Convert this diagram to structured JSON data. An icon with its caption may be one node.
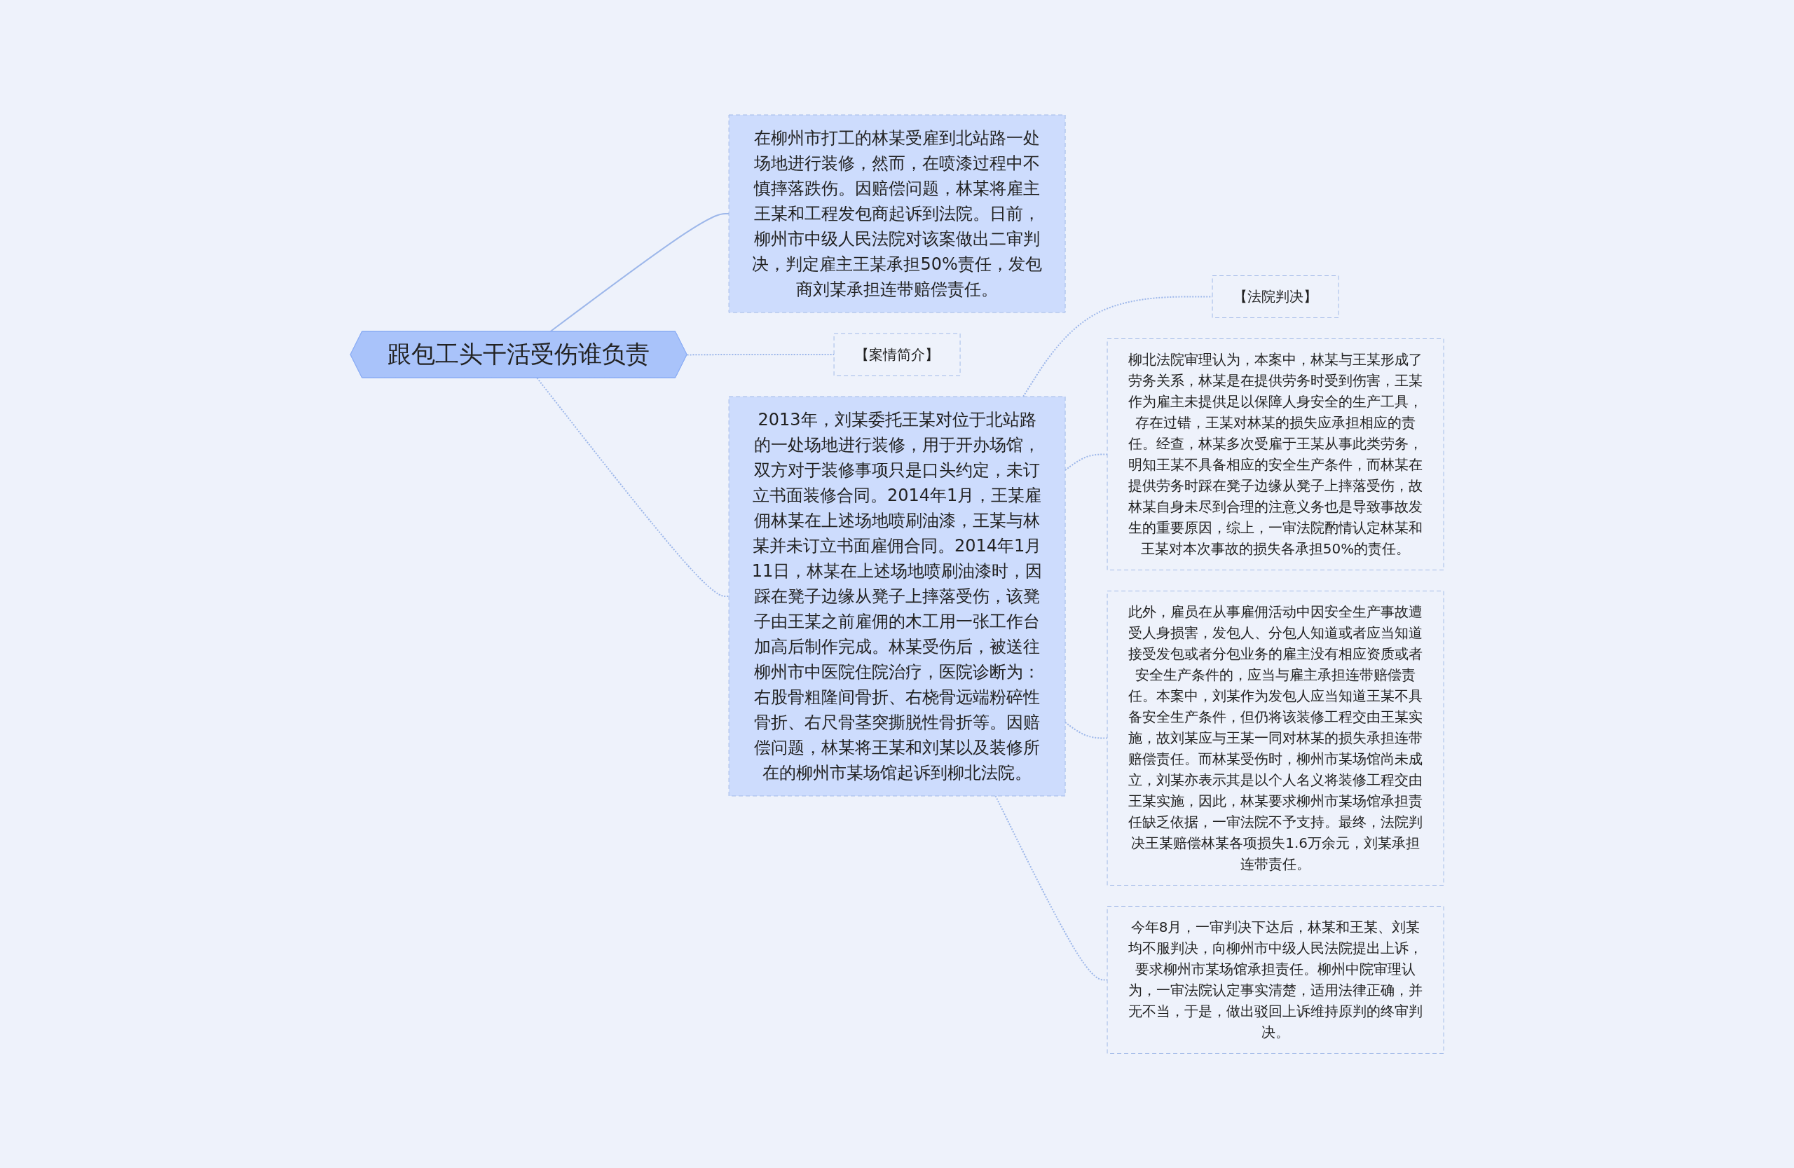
{
  "diagram": {
    "nodes": [
      {
        "text": [
          "跟包工头干活受伤谁负责"
        ]
      },
      {
        "text": [
          "在柳州市打工的林某受雇到北站路一处场地进行装修，然而，在喷漆过程中不慎摔落跌伤。因赔偿问题，林某将雇主王某和工程发包商起诉到法院。日前，柳州市中级人民法院对该案做出二审判决，判定雇主王某承担50%责任，发包商刘某承担连带赔偿责任。"
        ]
      },
      {
        "text": [
          "【案情简介】"
        ]
      },
      {
        "text": [
          "2013年，刘某委托王某对位于北站路的一处场地进行装修，用于开办场馆，双方对于装修事项只是口头约定，未订立书面装修合同。2014年1月，王某雇佣林某在上述场地喷刷油漆，王某与林某并未订立书面雇佣合同。2014年1月11日，林某在上述场地喷刷油漆时，因踩在凳子边缘从凳子上摔落受伤，该凳子由王某之前雇佣的木工用一张工作台加高后制作完成。林某受伤后，被送往柳州市中医院住院治疗，医院诊断为：右股骨粗隆间骨折、右桡骨远端粉碎性骨折、右尺骨茎突撕脱性骨折等。因赔偿问题，林某将王某和刘某以及装修所在的柳州市某场馆起诉到柳北法院。"
        ]
      },
      {
        "text": [
          "【法院判决】"
        ]
      },
      {
        "text": [
          "柳北法院审理认为，本案中，林某与王某形成了劳务关系，林某是在提供劳务时受到伤害，王某作为雇主未提供足以保障人身安全的生产工具，存在过错，王某对林某的损失应承担相应的责任。经查，林某多次受雇于王某从事此类劳务，明知王某不具备相应的安全生产条件，而林某在提供劳务时踩在凳子边缘从凳子上摔落受伤，故林某自身未尽到合理的注意义务也是导致事故发生的重要原因，综上，一审法院酌情认定林某和王某对本次事故的损失各承担50%的责任。"
        ]
      },
      {
        "text": [
          "此外，雇员在从事雇佣活动中因安全生产事故遭受人身损害，发包人、分包人知道或者应当知道接受发包或者分包业务的雇主没有相应资质或者安全生产条件的，应当与雇主承担连带赔偿责任。本案中，刘某作为发包人应当知道王某不具备安全生产条件，但仍将该装修工程交由王某实施，故刘某应与王某一同对林某的损失承担连带赔偿责任。而林某受伤时，柳州市某场馆尚未成立，刘某亦表示其是以个人名义将装修工程交由王某实施，因此，林某要求柳州市某场馆承担责任缺乏依据，一审法院不予支持。最终，法院判决王某赔偿林某各项损失1.6万余元，刘某承担连带责任。"
        ]
      },
      {
        "text": [
          "今年8月，一审判决下达后，林某和王某、刘某均不服判决，向柳州市中级人民法院提出上诉，要求柳州市某场馆承担责任。柳州中院审理认为，一审法院认定事实清楚，适用法律正确，并无不当，于是，做出驳回上诉维持原判的终审判决。"
        ]
      }
    ],
    "edges": [
      {
        "from": 0,
        "to": 1,
        "arrow": "none"
      },
      {
        "from": 0,
        "to": 2,
        "arrow": "none",
        "style": "dashed"
      },
      {
        "from": 0,
        "to": 3,
        "arrow": "none",
        "style": "dashed"
      },
      {
        "from": 3,
        "to": 4,
        "arrow": "none",
        "style": "dashed"
      },
      {
        "from": 3,
        "to": 5,
        "arrow": "none",
        "style": "dashed"
      },
      {
        "from": 3,
        "to": 6,
        "arrow": "none",
        "style": "dashed"
      },
      {
        "from": 3,
        "to": 7,
        "arrow": "none",
        "style": "dashed"
      }
    ]
  }
}
